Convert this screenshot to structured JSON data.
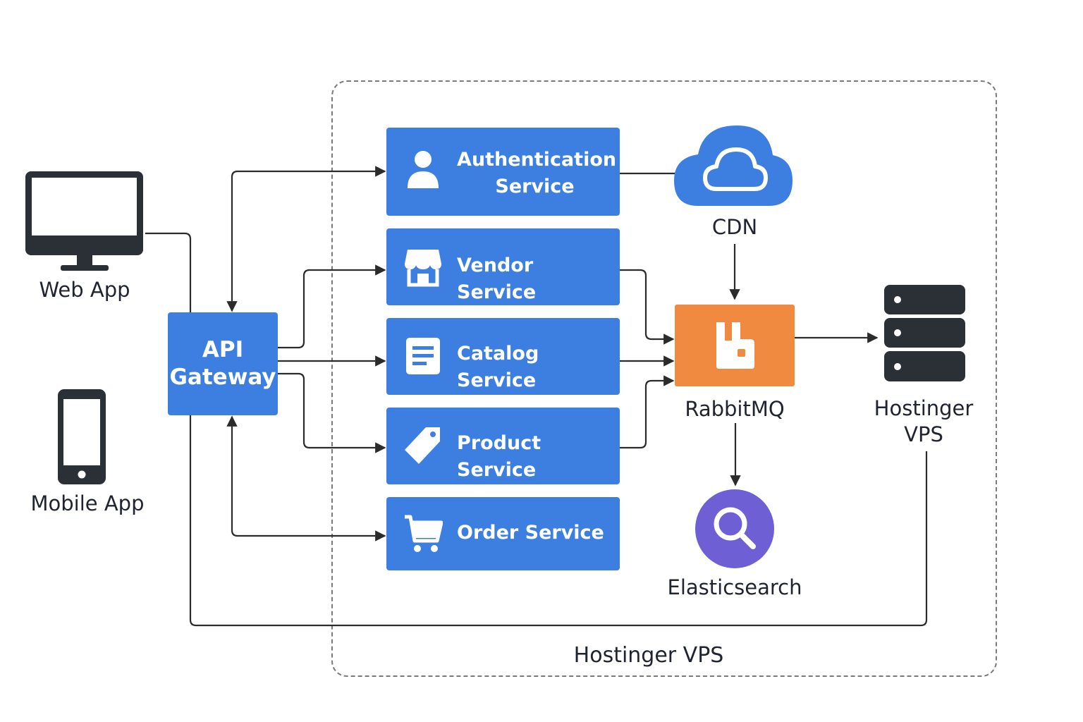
{
  "clients": {
    "web_app": {
      "label": "Web App",
      "icon": "monitor-icon"
    },
    "mobile_app": {
      "label": "Mobile App",
      "icon": "smartphone-icon"
    }
  },
  "gateway": {
    "line1": "API",
    "line2": "Gateway"
  },
  "services": [
    {
      "line1": "Authentication",
      "line2": "Service",
      "icon": "user-icon"
    },
    {
      "line1": "Vendor Service",
      "line2": "",
      "icon": "storefront-icon"
    },
    {
      "line1": "Catalog Service",
      "line2": "",
      "icon": "document-icon"
    },
    {
      "line1": "Product Service",
      "line2": "",
      "icon": "price-tag-icon"
    },
    {
      "line1": "Order Service",
      "line2": "",
      "icon": "shopping-cart-icon"
    }
  ],
  "cdn": {
    "label": "CDN",
    "icon": "cloud-icon"
  },
  "rabbitmq": {
    "label": "RabbitMQ",
    "icon": "rabbit-icon"
  },
  "elasticsearch": {
    "label": "Elasticsearch",
    "icon": "magnifier-icon"
  },
  "hosting": {
    "line1": "Hostinger",
    "line2": "VPS",
    "icon": "server-stack-icon"
  },
  "boundary": {
    "label": "Hostinger VPS"
  },
  "colors": {
    "service_blue": "#3d7fe0",
    "rabbitmq_orange": "#f08a40",
    "elasticsearch_purple": "#6f5fd4",
    "device_dark": "#2b2f36",
    "connector": "#2b2b2b",
    "boundary_dash": "#7a7a7a"
  }
}
